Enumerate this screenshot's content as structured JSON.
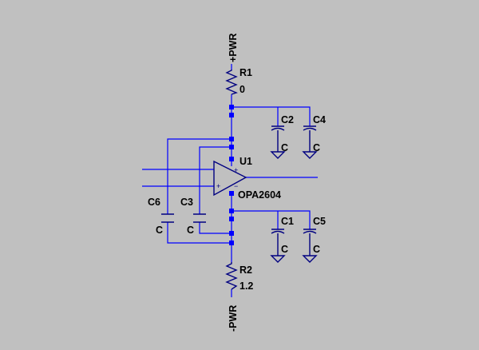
{
  "schematic": {
    "supplies": {
      "positive": "+PWR",
      "negative": "-PWR"
    },
    "resistors": [
      {
        "ref": "R1",
        "value": "0"
      },
      {
        "ref": "R2",
        "value": "1.2"
      }
    ],
    "opamp": {
      "ref": "U1",
      "value": "OPA2604",
      "noninv_pin": "+",
      "inv_pin": "−"
    },
    "capacitors": [
      {
        "ref": "C2",
        "value": "C"
      },
      {
        "ref": "C4",
        "value": "C"
      },
      {
        "ref": "C1",
        "value": "C"
      },
      {
        "ref": "C5",
        "value": "C"
      },
      {
        "ref": "C6",
        "value": "C"
      },
      {
        "ref": "C3",
        "value": "C"
      }
    ]
  },
  "colors": {
    "background": "#c0c0c0",
    "wire": "#0000ff",
    "component": "#000080",
    "label": "#000000"
  }
}
